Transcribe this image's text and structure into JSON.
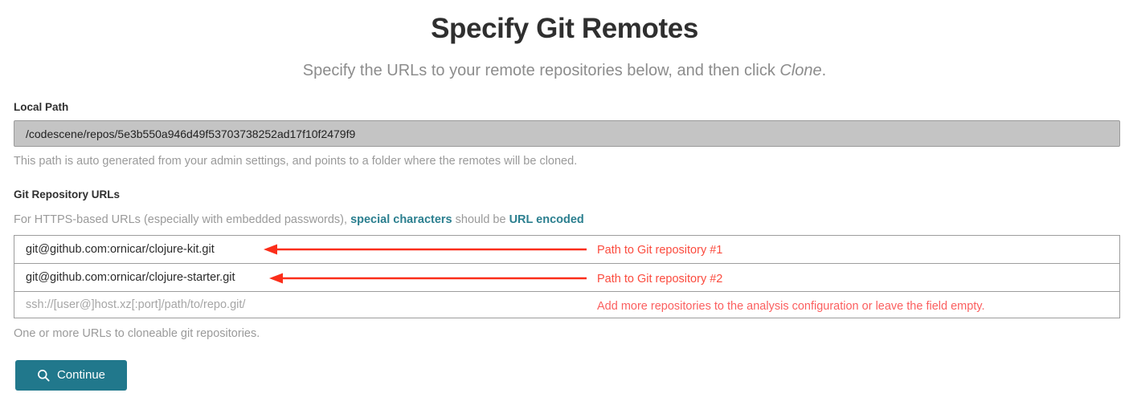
{
  "header": {
    "title": "Specify Git Remotes",
    "subtitle_before": "Specify the URLs to your remote repositories below, and then click ",
    "subtitle_emphasis": "Clone",
    "subtitle_after": "."
  },
  "local_path": {
    "label": "Local Path",
    "value": "/codescene/repos/5e3b550a946d49f53703738252ad17f10f2479f9",
    "help": "This path is auto generated from your admin settings, and points to a folder where the remotes will be cloned."
  },
  "git_urls": {
    "label": "Git Repository URLs",
    "help_before": "For HTTPS-based URLs (especially with embedded passwords), ",
    "help_link_1": "special characters",
    "help_middle": " should be ",
    "help_link_2": "URL encoded",
    "inputs": [
      {
        "value": "git@github.com:ornicar/clojure-kit.git",
        "placeholder": ""
      },
      {
        "value": "git@github.com:ornicar/clojure-starter.git",
        "placeholder": ""
      },
      {
        "value": "",
        "placeholder": "ssh://[user@]host.xz[:port]/path/to/repo.git/"
      }
    ],
    "help_below": "One or more URLs to cloneable git repositories."
  },
  "annotations": [
    {
      "text": "Path to Git repository #1",
      "color": "#fb4b3e"
    },
    {
      "text": "Path to Git repository #2",
      "color": "#fb4b3e"
    },
    {
      "text": "Add more repositories to the analysis configuration or leave the field empty.",
      "color": "#fb5f5f"
    }
  ],
  "footer": {
    "continue_label": "Continue",
    "continue_icon": "search-icon"
  },
  "colors": {
    "accent_teal": "#21788c",
    "link_teal": "#2b7f8f",
    "annotation_red": "#fb4b3e",
    "annotation_red_light": "#fb5f5f",
    "disabled_field_bg": "#c4c4c4",
    "muted_text": "#9a9a9a"
  }
}
